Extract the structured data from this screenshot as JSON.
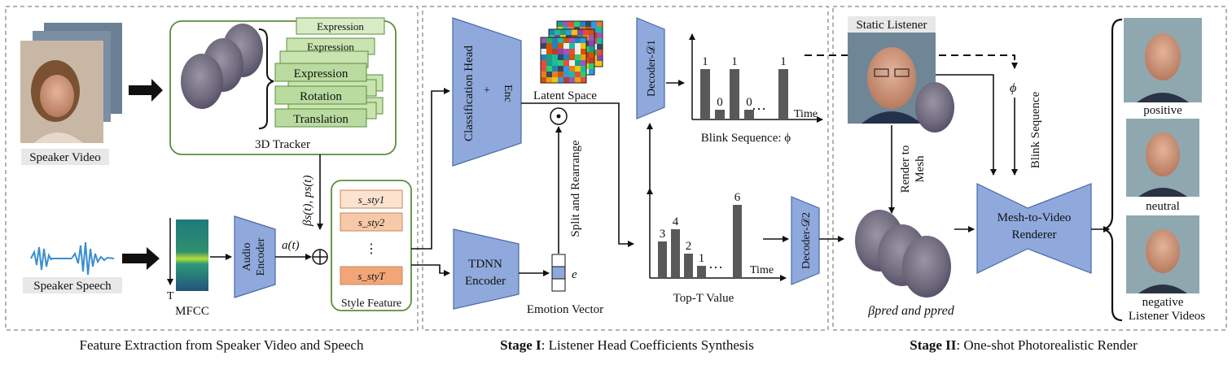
{
  "sections": {
    "feature": {
      "caption": "Feature Extraction from Speaker Video and Speech"
    },
    "stage1": {
      "caption_bold": "Stage I",
      "caption_rest": ": Listener Head Coefficients Synthesis"
    },
    "stage2": {
      "caption_bold": "Stage II",
      "caption_rest": ": One-shot Photorealistic Render"
    }
  },
  "labels": {
    "speaker_video": "Speaker Video",
    "speaker_speech": "Speaker Speech",
    "tracker": "3D Tracker",
    "expression": "Expression",
    "rotation": "Rotation",
    "translation": "Translation",
    "mfcc": "MFCC",
    "mfcc_t": "T",
    "audio_encoder_1": "Audio",
    "audio_encoder_2": "Encoder",
    "a_t": "a(t)",
    "beta_ps": "βs(t), ps(t)",
    "style_feature": "Style Feature",
    "s_sty1": "s_sty1",
    "s_sty2": "s_sty2",
    "s_dots": "⋮",
    "s_styT": "s_styT",
    "classification_head": "Classification Head",
    "plus": "+",
    "enc": "Enc",
    "latent_space": "Latent Space",
    "split_rearrange": "Split and Rearrange",
    "tdnn_1": "TDNN",
    "tdnn_2": "Encoder",
    "emotion_vector": "Emotion Vector",
    "e": "e",
    "decoder1": "Decoder-𝒟1",
    "decoder2": "Decoder-𝒟2",
    "blink_sequence_caption": "Blink Sequence: ϕ",
    "time": "Time",
    "topt_caption": "Top-T Value",
    "static_listener": "Static Listener",
    "render_to_mesh_1": "Render to",
    "render_to_mesh_2": "Mesh",
    "phi": "ϕ",
    "blink_sequence_vertical": "Blink Sequence",
    "mesh_renderer_1": "Mesh-to-Video",
    "mesh_renderer_2": "Renderer",
    "beta_pred": "βpred and ppred",
    "positive": "positive",
    "neutral": "neutral",
    "negative": "negative",
    "listener_videos": "Listener Videos"
  },
  "charts": {
    "blink": {
      "bar_labels": [
        "1",
        "0",
        "1",
        "0",
        "",
        "1"
      ],
      "ellipsis": "…"
    },
    "topt": {
      "bar_labels": [
        "3",
        "4",
        "2",
        "1",
        "",
        "6"
      ],
      "ellipsis": "…"
    }
  },
  "chart_data": [
    {
      "type": "bar",
      "title": "Blink Sequence: ϕ",
      "xlabel": "Time",
      "ylabel": "",
      "values": [
        1,
        0,
        1,
        0,
        0,
        1
      ],
      "note_bar_heights_estimated": false
    },
    {
      "type": "bar",
      "title": "Top-T Value",
      "xlabel": "Time",
      "ylabel": "",
      "values": [
        3,
        4,
        2,
        1,
        0,
        6
      ]
    }
  ],
  "colors": {
    "block_blue": "#8fa9dc",
    "block_stroke": "#4a6aa8",
    "green_box": "#b9dba0",
    "green_stroke": "#5b8d3c",
    "style_orange_light": "#f9dcc4",
    "style_orange_dark": "#f2a678",
    "bar_gray": "#595959",
    "dash_gray": "#9a9a9a"
  }
}
